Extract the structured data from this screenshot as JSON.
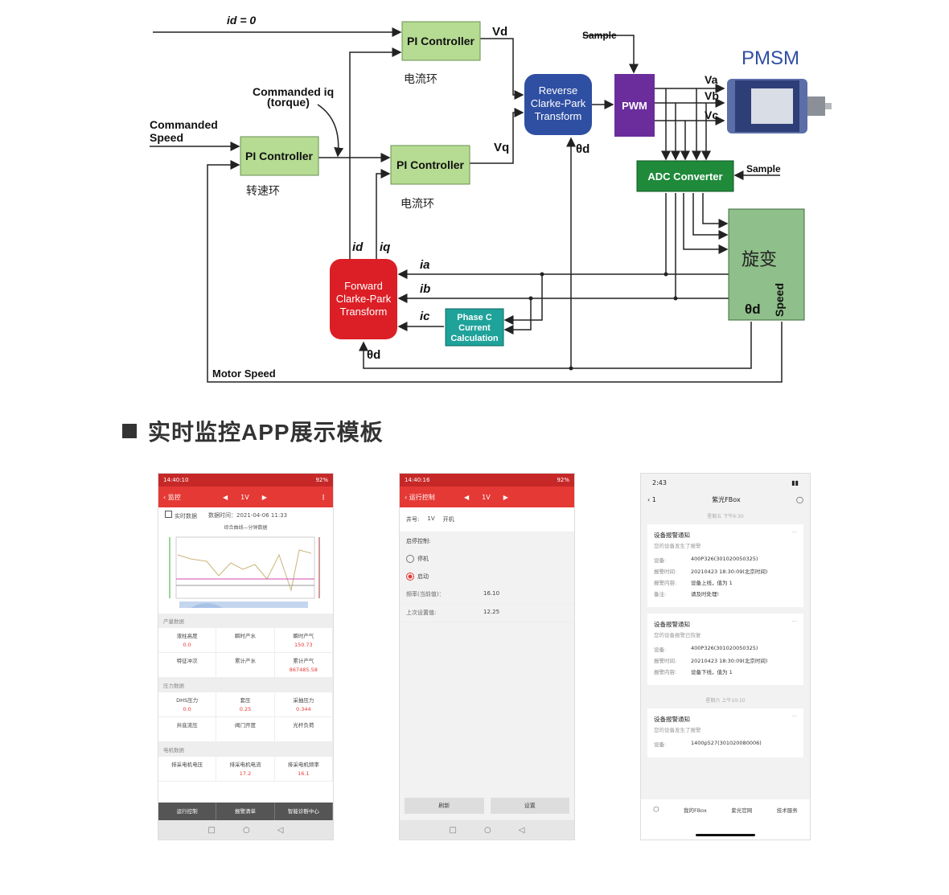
{
  "diagram": {
    "labels": {
      "id_zero": "id = 0",
      "pi_controller_top": "PI Controller",
      "pi_controller_speed": "PI Controller",
      "pi_controller_q": "PI Controller",
      "vd": "Vd",
      "vq": "Vq",
      "current_loop_top": "电流环",
      "current_loop_bottom": "电流环",
      "speed_loop": "转速环",
      "commanded_iq_1": "Commanded iq",
      "commanded_iq_2": "(torque)",
      "commanded_speed_1": "Commanded",
      "commanded_speed_2": "Speed",
      "reverse_1": "Reverse",
      "reverse_2": "Clarke-Park",
      "reverse_3": "Transform",
      "pwm": "PWM",
      "sample_top": "Sample",
      "sample_right": "Sample",
      "pmsm": "PMSM",
      "va": "Va",
      "vb": "Vb",
      "vc": "Vc",
      "theta_d_top": "θd",
      "adc": "ADC Converter",
      "resolver": "旋变",
      "theta_d_resolver": "θd",
      "speed_vertical": "Speed",
      "forward_1": "Forward",
      "forward_2": "Clarke-Park",
      "forward_3": "Transform",
      "id_in": "id",
      "iq_in": "iq",
      "ia": "ia",
      "ib": "ib",
      "ic": "ic",
      "phase_c_1": "Phase C",
      "phase_c_2": "Current",
      "phase_c_3": "Calculation",
      "theta_d_bottom": "θd",
      "motor_speed": "Motor Speed"
    },
    "colors": {
      "pi_box": "#b6dc93",
      "reverse_box": "#2f4fa3",
      "pwm_box": "#6a2d9b",
      "adc_box": "#1f8a3a",
      "resolver_box": "#8fbf8a",
      "forward_box": "#dc1f26",
      "phase_c_box": "#1ea29a",
      "pmsm_text": "#2f4fa3"
    }
  },
  "section": {
    "title": "实时监控APP展示模板"
  },
  "phone1": {
    "status_time": "14:40:10",
    "status_right": "92%",
    "back_label": "监控",
    "device": "1V",
    "realtime_label": "实时数据",
    "data_time": "数据时间：2021-04-06 11:33",
    "chart_title": "综合曲线—分钟数据",
    "groups": [
      {
        "name": "产量数据",
        "cells": [
          {
            "label": "液柱高度",
            "value": "0.0"
          },
          {
            "label": "瞬时产水",
            "value": ""
          },
          {
            "label": "瞬时产气",
            "value": "150.73"
          },
          {
            "label": "特征冲次",
            "value": ""
          },
          {
            "label": "累计产水",
            "value": ""
          },
          {
            "label": "累计产气",
            "value": "867485.58"
          }
        ]
      },
      {
        "name": "压力数据",
        "cells": [
          {
            "label": "DHS压力",
            "value": "0.0"
          },
          {
            "label": "套压",
            "value": "0.25"
          },
          {
            "label": "采抽压力",
            "value": "0.344"
          },
          {
            "label": "井底流压",
            "value": ""
          },
          {
            "label": "阀门开度",
            "value": ""
          },
          {
            "label": "光杆负荷",
            "value": ""
          }
        ]
      },
      {
        "name": "电机数据",
        "cells": [
          {
            "label": "排采电机电压",
            "value": ""
          },
          {
            "label": "排采电机电流",
            "value": "17.2"
          },
          {
            "label": "排采电机频率",
            "value": "16.1"
          }
        ]
      }
    ],
    "bottom_tabs": [
      "运行控制",
      "报警清单",
      "智能诊断中心"
    ]
  },
  "phone2": {
    "status_time": "14:40:16",
    "status_right": "92%",
    "back_label": "运行控制",
    "device": "1V",
    "well_label": "井号:",
    "well_value": "1V",
    "well_state": "开机",
    "control_label": "启停控制:",
    "options": [
      "停机",
      "启动"
    ],
    "freq_label": "频率(当前值)：",
    "freq_value": "16.10",
    "last_label": "上次设置值:",
    "last_value": "12.25",
    "buttons": [
      "刷新",
      "设置"
    ]
  },
  "phone3": {
    "status_time": "2:43",
    "back_count": "1",
    "title": "紫光FBox",
    "ts1": "星期五 下午6:30",
    "ts2": "星期六 上午10:10",
    "cards": [
      {
        "title": "设备报警通知",
        "sub": "您的设备发生了报警",
        "rows": [
          {
            "k": "设备:",
            "v": "400P326(301020050325)"
          },
          {
            "k": "报警时间:",
            "v": "20210423 18:30:09(北京时间)"
          },
          {
            "k": "报警内容:",
            "v": "设备上线，值为 1"
          },
          {
            "k": "备注:",
            "v": "请及时处理!"
          }
        ]
      },
      {
        "title": "设备报警通知",
        "sub": "您的设备报警已恢复",
        "rows": [
          {
            "k": "设备:",
            "v": "400P326(301020050325)"
          },
          {
            "k": "报警时间:",
            "v": "20210423 18:30:09(北京时间)"
          },
          {
            "k": "报警内容:",
            "v": "设备下线，值为 1"
          }
        ]
      },
      {
        "title": "设备报警通知",
        "sub": "您的设备发生了报警",
        "rows": [
          {
            "k": "设备:",
            "v": "1400p527(301020080006)"
          }
        ]
      }
    ],
    "tabs": [
      "我的FBox",
      "紫光官网",
      "技术服务"
    ]
  }
}
